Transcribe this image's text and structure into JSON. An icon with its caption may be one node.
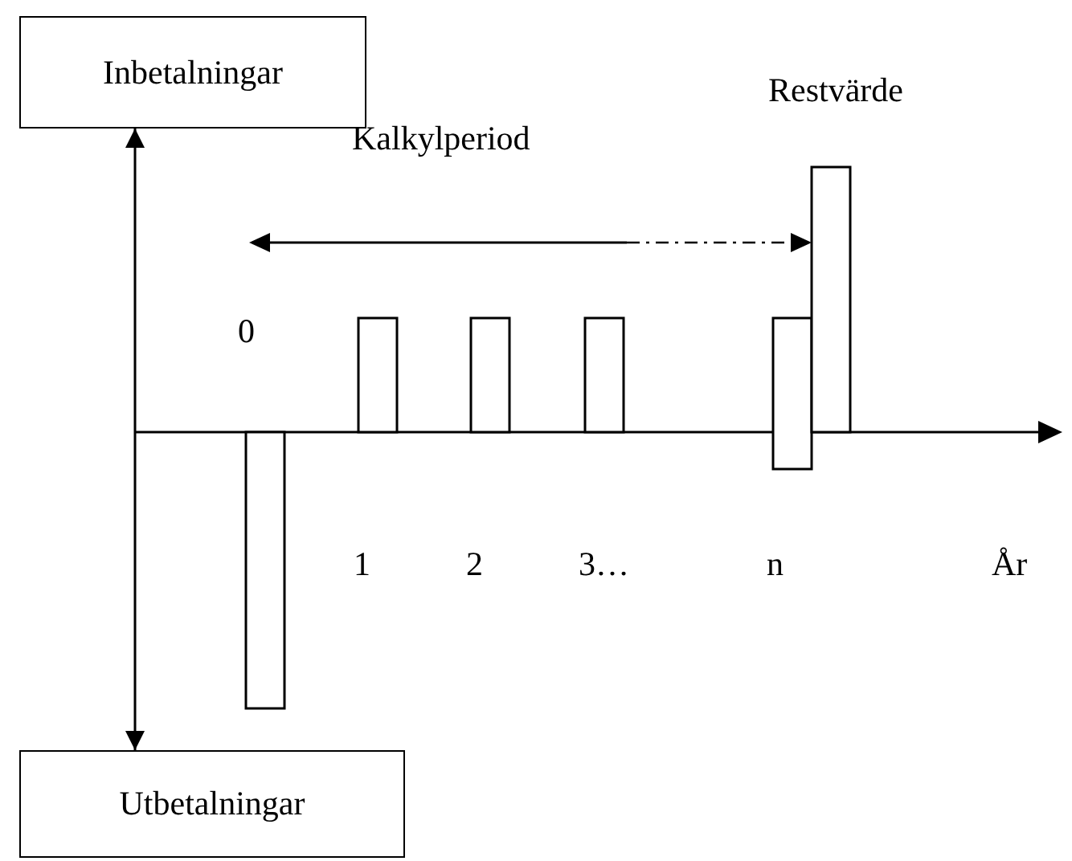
{
  "diagram": {
    "nodes": [
      {
        "text": [
          "Inbetalningar"
        ]
      },
      {
        "text": [
          "Utbetalningar"
        ]
      }
    ],
    "edges": [
      {
        "from": 0,
        "to": 1,
        "arrow": "both"
      }
    ],
    "labels": [
      "Restvärde",
      "Kalkylperiod",
      "0",
      "1",
      "2",
      "3…",
      "n",
      "År"
    ]
  }
}
